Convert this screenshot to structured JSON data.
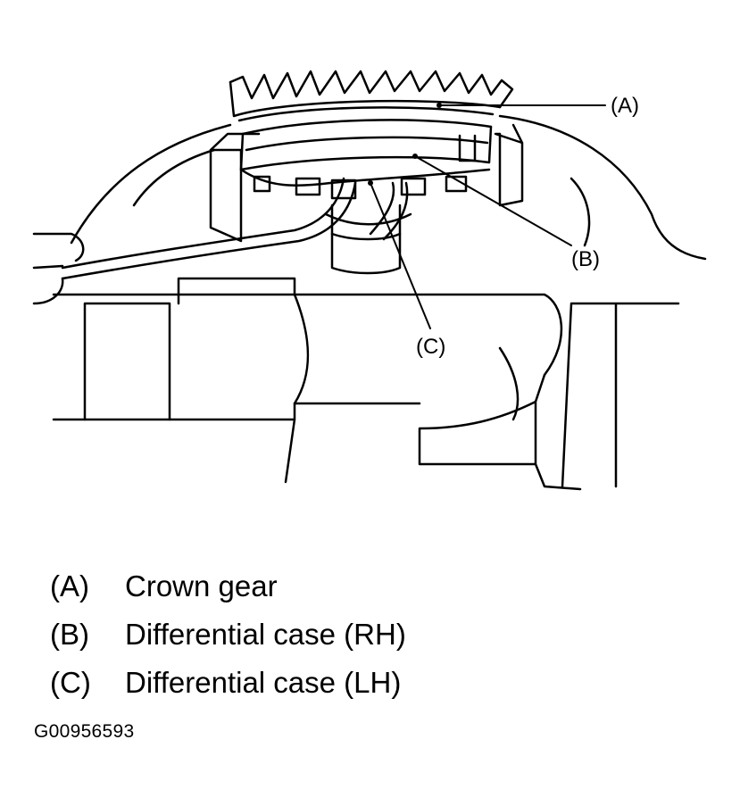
{
  "callouts": {
    "a": "(A)",
    "b": "(B)",
    "c": "(C)"
  },
  "legend": [
    {
      "key": "(A)",
      "text": "Crown gear"
    },
    {
      "key": "(B)",
      "text": "Differential case (RH)"
    },
    {
      "key": "(C)",
      "text": "Differential case (LH)"
    }
  ],
  "figure_id": "G00956593"
}
